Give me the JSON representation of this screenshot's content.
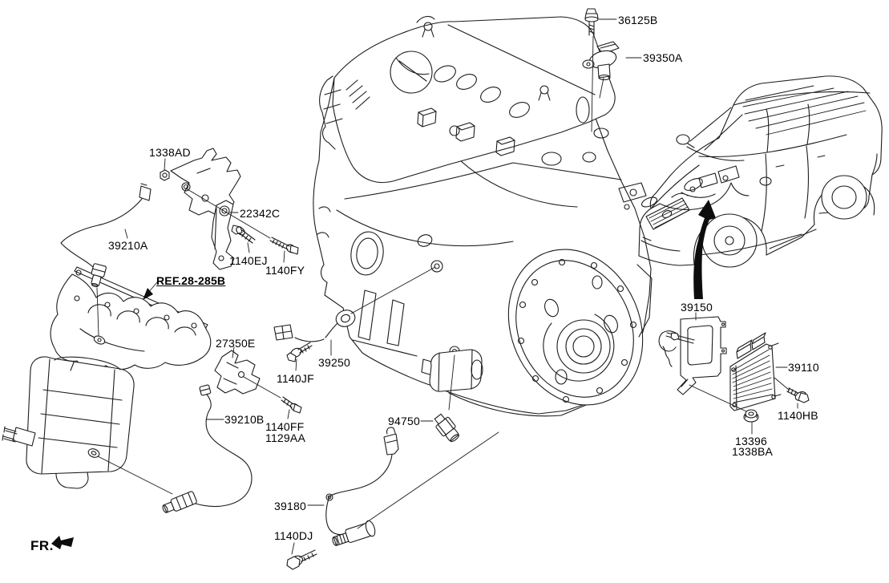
{
  "diagram_type": "engine-electronic-control-parts-diagram",
  "colors": {
    "background": "#ffffff",
    "line": "#1c1c1c",
    "text": "#000000",
    "arrow": "#0d0d0d"
  },
  "direction_indicator": {
    "label": "FR."
  },
  "reference": {
    "label": "REF.28-285B"
  },
  "part_labels": [
    {
      "code": "36125B"
    },
    {
      "code": "39350A"
    },
    {
      "code": "1338AD"
    },
    {
      "code": "22342C"
    },
    {
      "code": "39210A"
    },
    {
      "code": "1140EJ"
    },
    {
      "code": "1140FY"
    },
    {
      "code": "27350E"
    },
    {
      "code": "39250"
    },
    {
      "code": "1140JF"
    },
    {
      "code": "39210B"
    },
    {
      "code": "1140FF"
    },
    {
      "code": "1129AA"
    },
    {
      "code": "94750"
    },
    {
      "code": "39180"
    },
    {
      "code": "1140DJ"
    },
    {
      "code": "39150"
    },
    {
      "code": "39110"
    },
    {
      "code": "1140HB"
    },
    {
      "code": "13396"
    },
    {
      "code": "1338BA"
    }
  ]
}
